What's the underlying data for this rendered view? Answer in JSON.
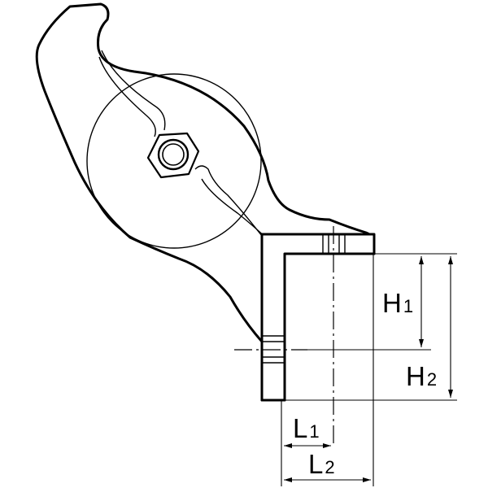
{
  "labels": {
    "h1_main": "H",
    "h1_sub": "1",
    "h2_main": "H",
    "h2_sub": "2",
    "l1_main": "L",
    "l1_sub": "1",
    "l2_main": "L",
    "l2_sub": "2"
  }
}
